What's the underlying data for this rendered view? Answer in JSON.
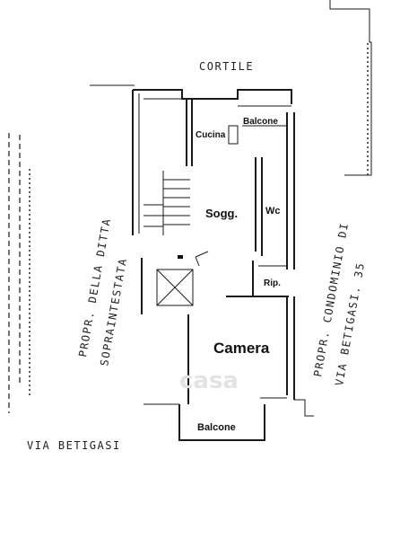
{
  "labels": {
    "courtyard": "CORTILE",
    "kitchen": "Cucina",
    "balcony_top": "Balcone",
    "living": "Sogg.",
    "bathroom": "Wc",
    "storage": "Rip.",
    "bedroom": "Camera",
    "balcony_bottom": "Balcone",
    "left_owner_line1": "PROPR. DELLA DITTA",
    "left_owner_line2": "SOPRAINTESTATA",
    "right_owner_line1": "PROPR. CONDOMINIO DI",
    "right_owner_line2": "VIA BETIGASI. 35",
    "street": "VIA BETIGASI"
  },
  "watermark": "casa"
}
